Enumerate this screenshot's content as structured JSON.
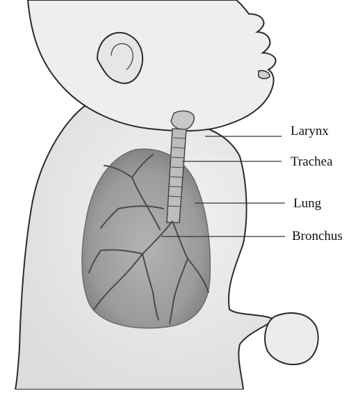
{
  "diagram": {
    "labels": {
      "larynx": "Larynx",
      "trachea": "Trachea",
      "lung": "Lung",
      "bronchus": "Bronchus"
    },
    "colors": {
      "outline": "#2a2a2a",
      "skin_shade": "#d9d9d9",
      "lung_fill": "#9a9a9a",
      "airway": "#5a5a5a",
      "leader_line": "#333333"
    }
  }
}
